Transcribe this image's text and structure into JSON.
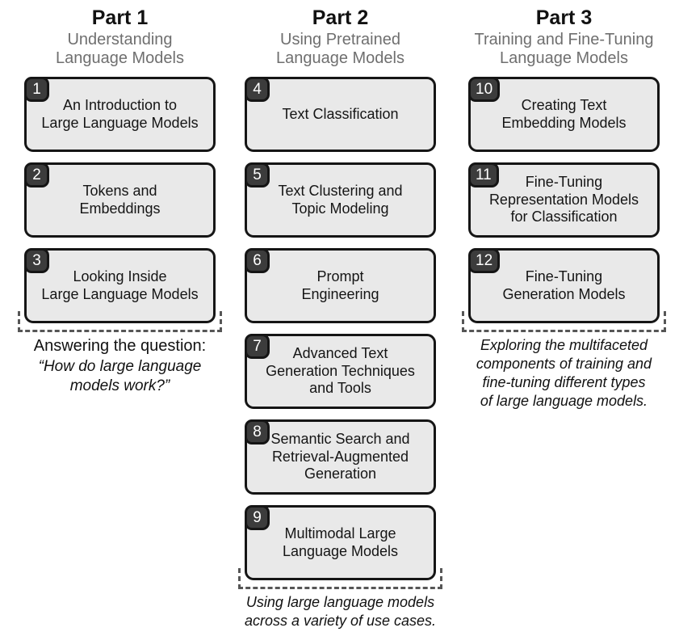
{
  "palette": {
    "background": "#ffffff",
    "box_fill": "#e9e9e9",
    "box_border": "#151515",
    "badge_fill": "#3c3c3c",
    "badge_border": "#151515",
    "badge_text": "#ffffff",
    "part_title": "#111111",
    "part_subtitle": "#6f6f6f",
    "chapter_text": "#151515",
    "bracket_dash": "#565656",
    "caption_text": "#111111"
  },
  "parts": [
    {
      "title": "Part 1",
      "subtitle": "Understanding Language Models",
      "subtitle_lines": [
        "Understanding",
        "Language Models"
      ],
      "chapters": [
        {
          "number": "1",
          "title": "An Introduction to Large Language Models",
          "lines": [
            "An Introduction to",
            "Large Language Models"
          ]
        },
        {
          "number": "2",
          "title": "Tokens and Embeddings",
          "lines": [
            "Tokens and",
            "Embeddings"
          ]
        },
        {
          "number": "3",
          "title": "Looking Inside Large Language Models",
          "lines": [
            "Looking Inside",
            "Large Language Models"
          ]
        }
      ],
      "caption_lead": "Answering the question:",
      "caption": "“How do large language models work?”",
      "caption_lines": [
        "“How do large language",
        "models work?”"
      ]
    },
    {
      "title": "Part 2",
      "subtitle": "Using Pretrained Language Models",
      "subtitle_lines": [
        "Using Pretrained",
        "Language Models"
      ],
      "chapters": [
        {
          "number": "4",
          "title": "Text Classification",
          "lines": [
            "Text Classification"
          ]
        },
        {
          "number": "5",
          "title": "Text Clustering and Topic Modeling",
          "lines": [
            "Text Clustering and",
            "Topic Modeling"
          ]
        },
        {
          "number": "6",
          "title": "Prompt Engineering",
          "lines": [
            "Prompt",
            "Engineering"
          ]
        },
        {
          "number": "7",
          "title": "Advanced Text Generation Techniques and Tools",
          "lines": [
            "Advanced Text",
            "Generation Techniques",
            "and Tools"
          ]
        },
        {
          "number": "8",
          "title": "Semantic Search and Retrieval-Augmented Generation",
          "lines": [
            "Semantic Search and",
            "Retrieval-Augmented",
            "Generation"
          ]
        },
        {
          "number": "9",
          "title": "Multimodal Large Language Models",
          "lines": [
            "Multimodal Large",
            "Language Models"
          ]
        }
      ],
      "caption": "Using large language models across a variety of use cases.",
      "caption_lines": [
        "Using large language models",
        "across a variety of use cases."
      ]
    },
    {
      "title": "Part 3",
      "subtitle": "Training and Fine-Tuning Language Models",
      "subtitle_lines": [
        "Training and Fine-Tuning",
        "Language Models"
      ],
      "chapters": [
        {
          "number": "10",
          "title": "Creating Text Embedding Models",
          "lines": [
            "Creating Text",
            "Embedding Models"
          ]
        },
        {
          "number": "11",
          "title": "Fine-Tuning Representation Models for Classification",
          "lines": [
            "Fine-Tuning",
            "Representation Models",
            "for Classification"
          ]
        },
        {
          "number": "12",
          "title": "Fine-Tuning Generation Models",
          "lines": [
            "Fine-Tuning",
            "Generation Models"
          ]
        }
      ],
      "caption": "Exploring the multifaceted components of training and fine-tuning different types of large language models.",
      "caption_lines": [
        "Exploring the multifaceted",
        "components of training and",
        "fine-tuning different types",
        "of large language models."
      ]
    }
  ]
}
